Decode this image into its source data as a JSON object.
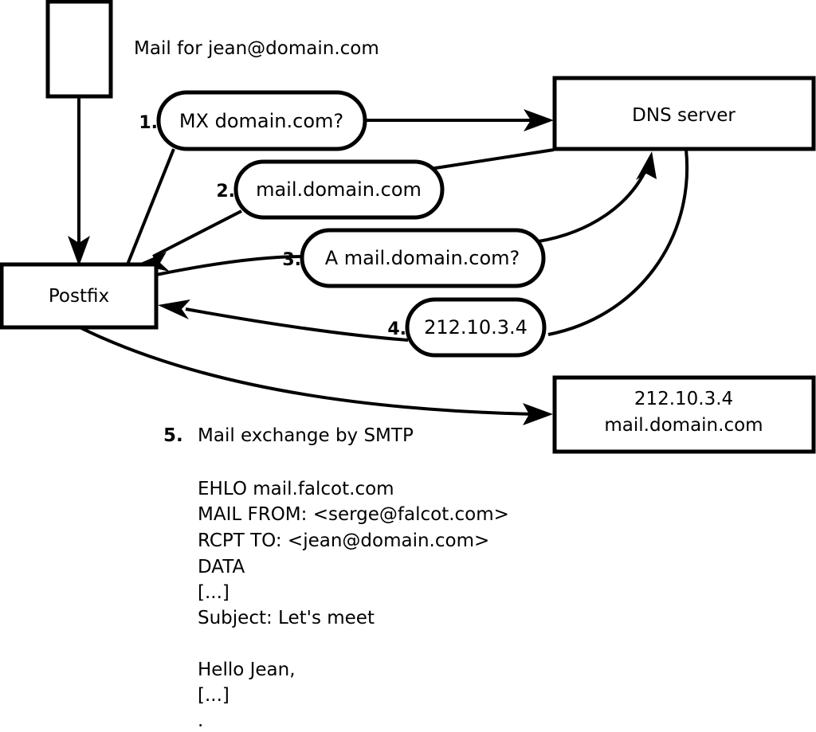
{
  "diagram": {
    "title_caption": "Mail for jean@domain.com",
    "nodes": [
      {
        "id": "client-box",
        "label": ""
      },
      {
        "id": "postfix-box",
        "label": "Postfix"
      },
      {
        "id": "dns-server-box",
        "label": "DNS server"
      },
      {
        "id": "mail-server-box",
        "label_line1": "212.10.3.4",
        "label_line2": "mail.domain.com"
      }
    ],
    "steps": [
      {
        "number": "1.",
        "label": "MX domain.com?"
      },
      {
        "number": "2.",
        "label": "mail.domain.com"
      },
      {
        "number": "3.",
        "label": "A mail.domain.com?"
      },
      {
        "number": "4.",
        "label": "212.10.3.4"
      }
    ],
    "step5": {
      "number": "5.",
      "label": "Mail exchange by SMTP"
    },
    "smtp_transcript": [
      "EHLO mail.falcot.com",
      "MAIL FROM: <serge@falcot.com>",
      "RCPT TO: <jean@domain.com>",
      "DATA",
      "[...]",
      "Subject: Let's meet",
      "",
      "Hello Jean,",
      "[...]",
      "."
    ],
    "colors": {
      "stroke": "#000000",
      "fill": "#ffffff",
      "text": "#000000"
    }
  }
}
